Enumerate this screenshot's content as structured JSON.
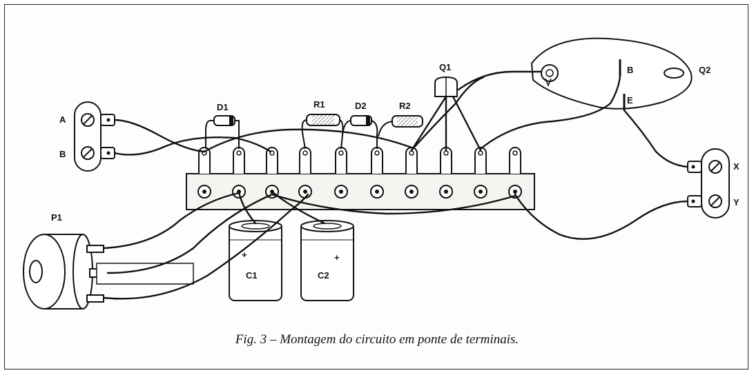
{
  "labels": {
    "A": "A",
    "B": "B",
    "P1": "P1",
    "D1": "D1",
    "R1": "R1",
    "D2": "D2",
    "R2": "R2",
    "Q1": "Q1",
    "Q2": "Q2",
    "Q2_B": "B",
    "Q2_E": "E",
    "X": "X",
    "Y": "Y",
    "C1": "C1",
    "C2": "C2",
    "C1_plus": "+",
    "C2_plus": "+"
  },
  "caption": "Fig. 3 – Montagem do circuito em ponte de terminais."
}
